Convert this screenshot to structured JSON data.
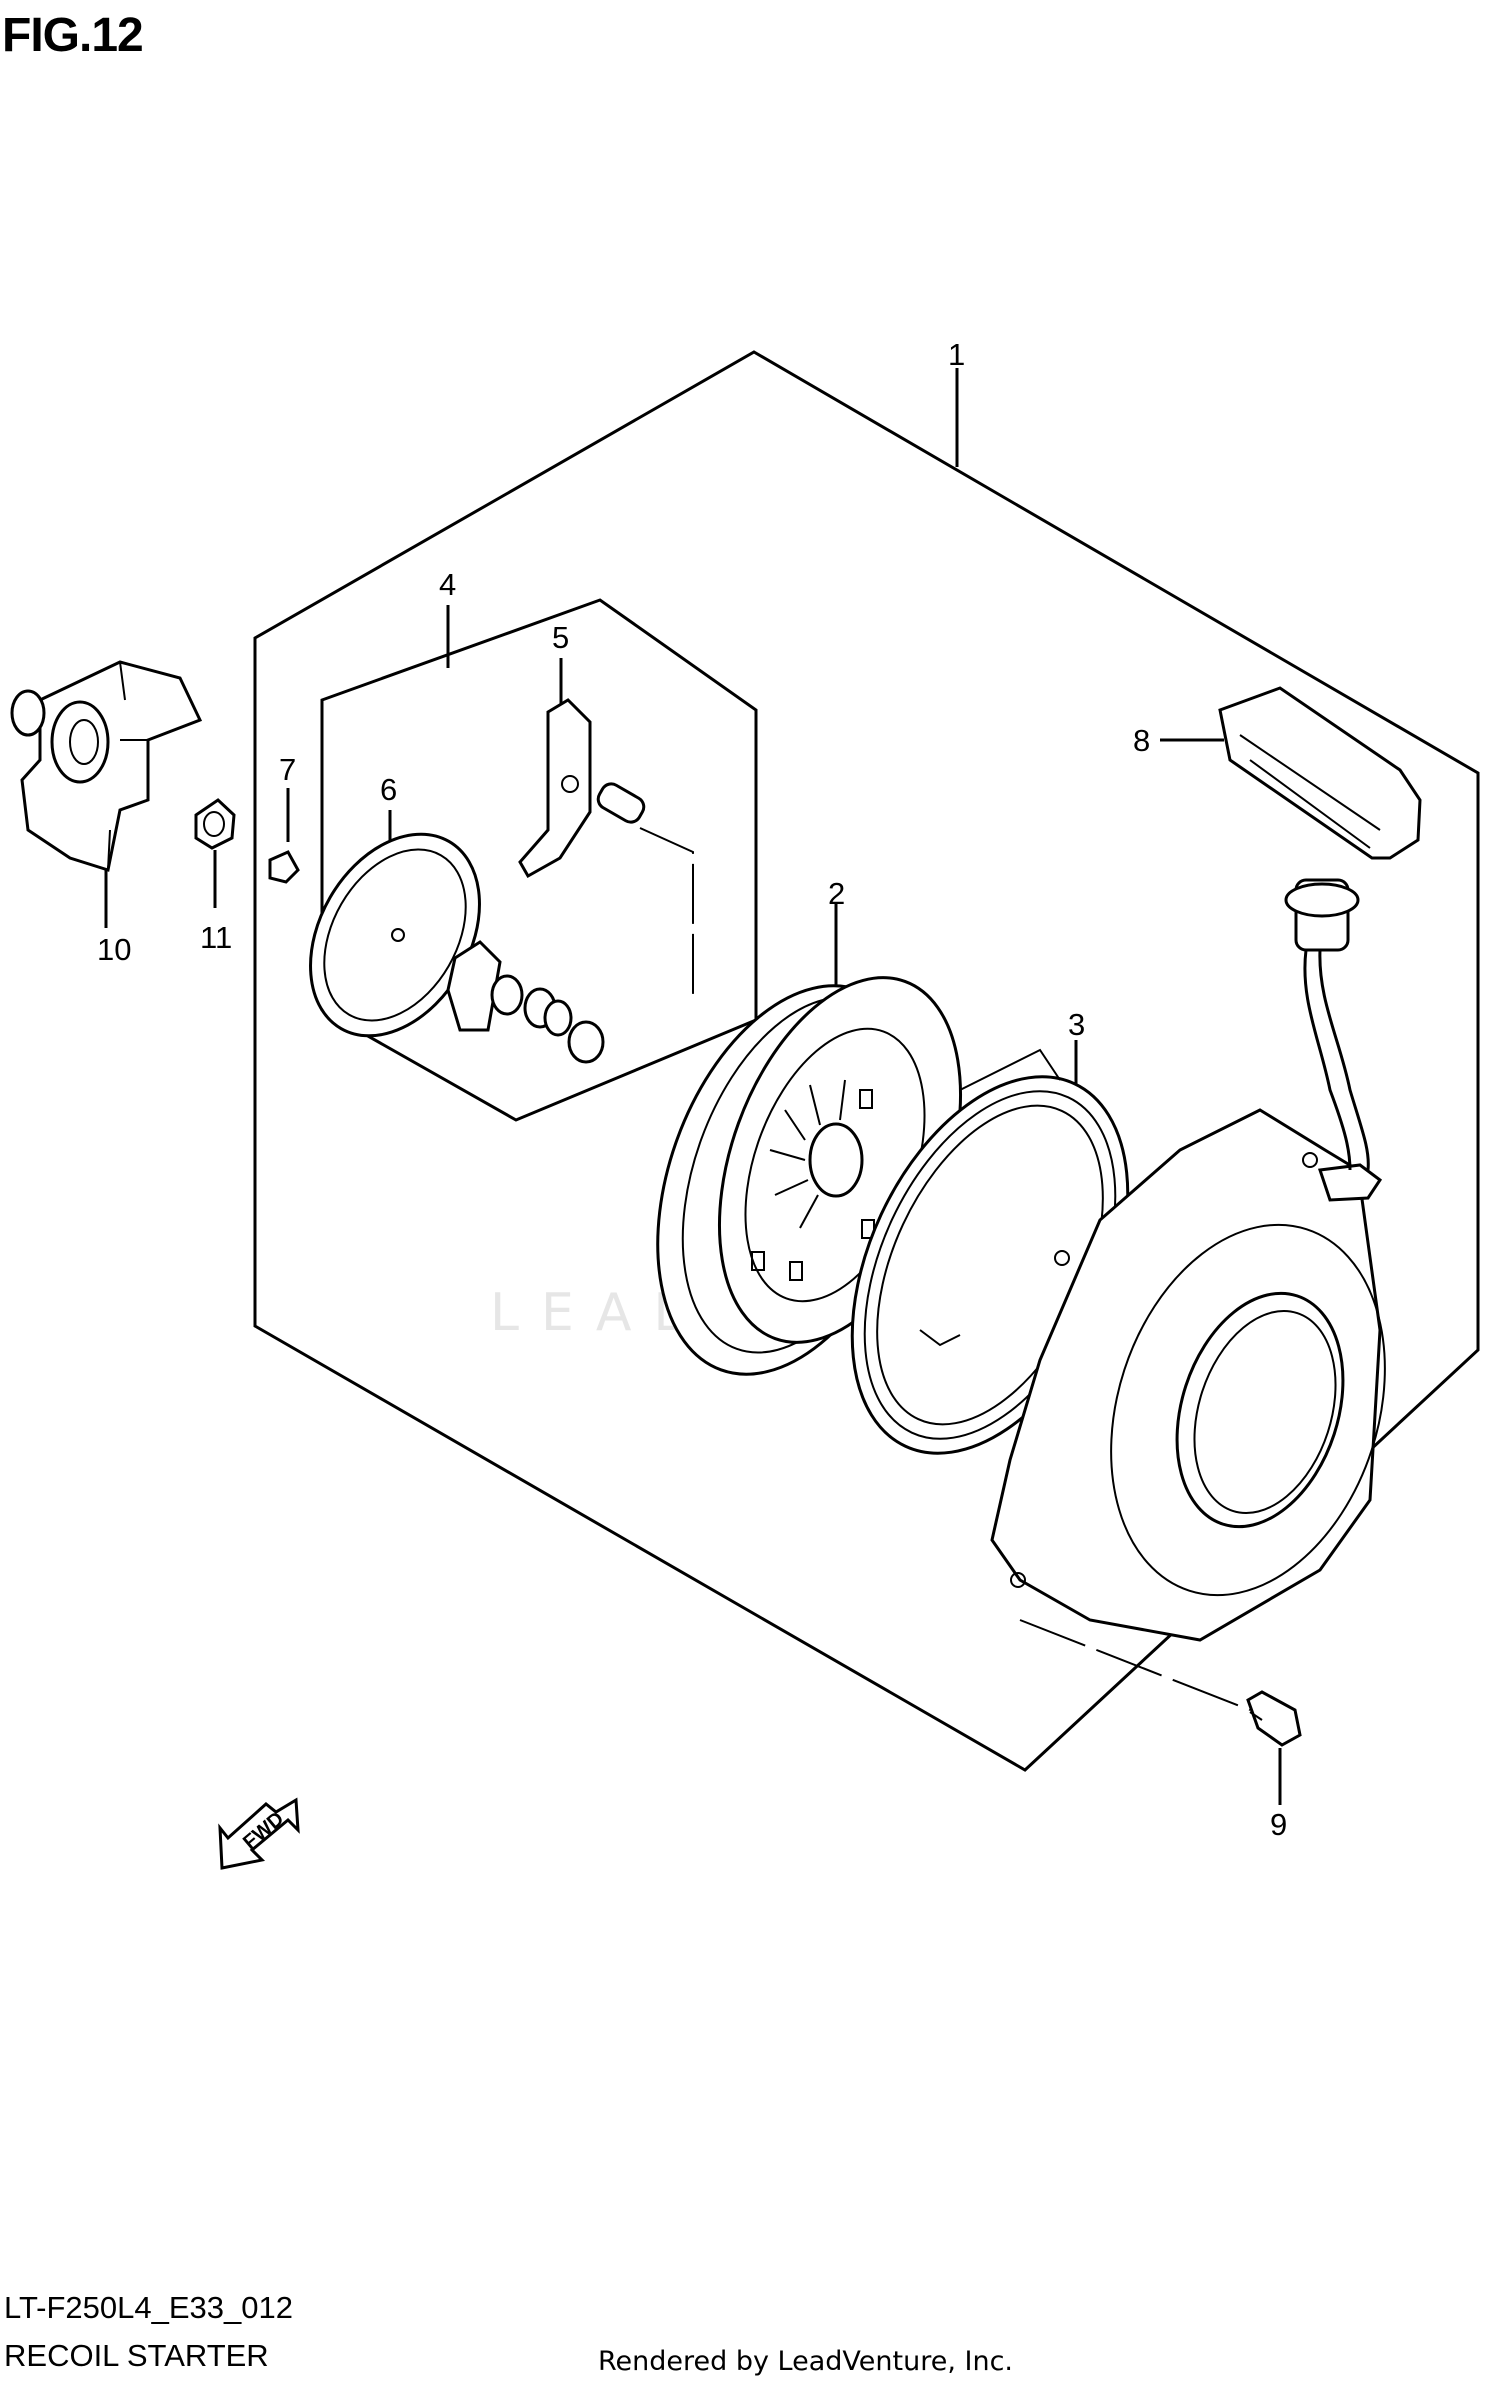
{
  "figure": {
    "title": "FIG.12"
  },
  "callouts": [
    {
      "id": "callout-1",
      "text": "1"
    },
    {
      "id": "callout-2",
      "text": "2"
    },
    {
      "id": "callout-3",
      "text": "3"
    },
    {
      "id": "callout-4",
      "text": "4"
    },
    {
      "id": "callout-5",
      "text": "5"
    },
    {
      "id": "callout-6",
      "text": "6"
    },
    {
      "id": "callout-7",
      "text": "7"
    },
    {
      "id": "callout-8",
      "text": "8"
    },
    {
      "id": "callout-9",
      "text": "9"
    },
    {
      "id": "callout-10",
      "text": "10"
    },
    {
      "id": "callout-11",
      "text": "11"
    }
  ],
  "direction_arrow": {
    "label": "FWD"
  },
  "watermark": "LEADVENTURE",
  "footer": {
    "code": "LT-F250L4_E33_012",
    "name": "RECOIL STARTER",
    "credit": "Rendered by LeadVenture, Inc."
  }
}
